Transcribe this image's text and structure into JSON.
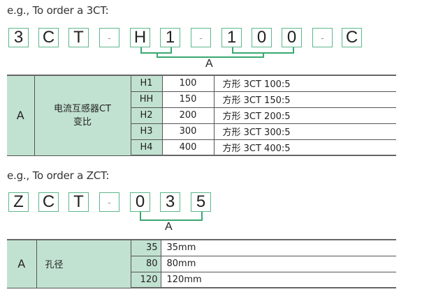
{
  "section1": {
    "heading": "e.g., To order a 3CT:",
    "code_boxes": [
      "3",
      "C",
      "T",
      "-",
      "H",
      "1",
      "-",
      "1",
      "0",
      "0",
      "-",
      "C"
    ],
    "bracket_label": "A",
    "table": {
      "param": "A",
      "name_line1": "电流互感器CT",
      "name_line2": "变比",
      "rows": [
        {
          "code": "H1",
          "value": "100",
          "desc": "方形 3CT 100:5"
        },
        {
          "code": "HH",
          "value": "150",
          "desc": "方形 3CT 150:5"
        },
        {
          "code": "H2",
          "value": "200",
          "desc": "方形 3CT 200:5"
        },
        {
          "code": "H3",
          "value": "300",
          "desc": "方形 3CT 300:5"
        },
        {
          "code": "H4",
          "value": "400",
          "desc": "方形 3CT 400:5"
        }
      ]
    }
  },
  "section2": {
    "heading": "e.g., To order a ZCT:",
    "code_boxes": [
      "Z",
      "C",
      "T",
      "-",
      "0",
      "3",
      "5"
    ],
    "bracket_label": "A",
    "table": {
      "param": "A",
      "name": "孔径",
      "rows": [
        {
          "code": "35",
          "desc": "35mm"
        },
        {
          "code": "80",
          "desc": "80mm"
        },
        {
          "code": "120",
          "desc": "120mm"
        }
      ]
    }
  },
  "colors": {
    "box_border": "#5bb78a",
    "bracket": "#3aa870",
    "cell_green": "#c2e2d1"
  }
}
